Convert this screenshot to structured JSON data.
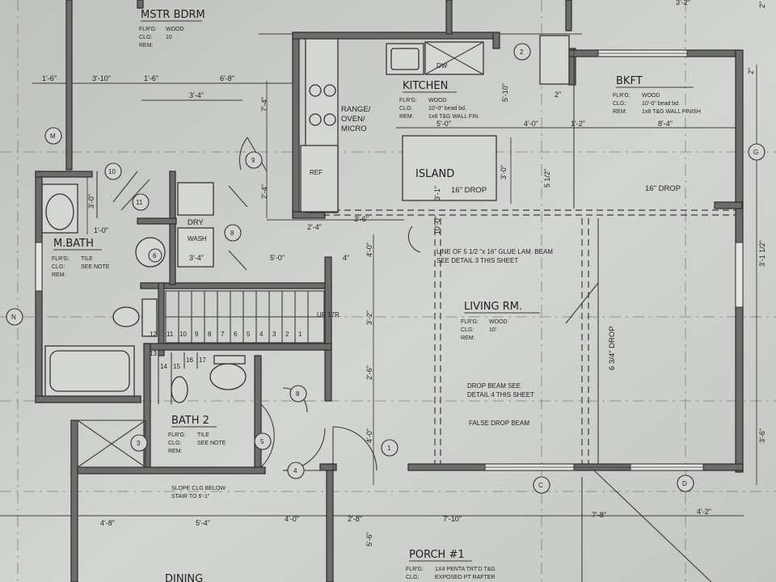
{
  "rooms": {
    "master_bedroom": {
      "name": "MSTR BDRM",
      "flr": "FLR'G:",
      "flr_v": "WOOD",
      "clg": "CLG:",
      "clg_v": "10",
      "rem": "REM:"
    },
    "kitchen": {
      "name": "KITCHEN",
      "flr": "FLR'G:",
      "flr_v": "WOOD",
      "clg": "CLG:",
      "clg_v": "10'-0\" bead bd.",
      "rem": "REM:",
      "rem_v": "1x8 T&G WALL FIN."
    },
    "breakfast": {
      "name": "BKFT",
      "flr": "FLR'G:",
      "flr_v": "WOOD",
      "clg": "CLG:",
      "clg_v": "10'-0\" bead bd.",
      "rem": "REM:",
      "rem_v": "1x8 T&G WALL FINISH"
    },
    "island": {
      "name": "ISLAND"
    },
    "master_bath": {
      "name": "M.BATH",
      "flr": "FLR'G:",
      "flr_v": "TILE",
      "clg": "CLG:",
      "clg_v": "SEE NOTE",
      "rem": "REM:"
    },
    "living": {
      "name": "LIVING RM.",
      "flr": "FLR'G:",
      "flr_v": "WOOD",
      "clg": "CLG:",
      "clg_v": "10'",
      "rem": "REM:"
    },
    "bath2": {
      "name": "BATH 2",
      "flr": "FLR'G:",
      "flr_v": "TILE",
      "clg": "CLG:",
      "clg_v": "SEE NOTE",
      "rem": "REM:"
    },
    "porch": {
      "name": "PORCH #1",
      "flr": "FLR'G:",
      "flr_v": "1X4 PENTA TRT'D T&G",
      "clg": "CLG:",
      "clg_v": "EXPOSED PT RAFTER"
    },
    "dining": {
      "name": "DINING"
    }
  },
  "labels": {
    "range": [
      "RANGE/",
      "OVEN/",
      "MICRO"
    ],
    "ref": "REF",
    "dw": "DW",
    "dry": "DRY",
    "wash": "WASH",
    "up": "UP 17R.",
    "drop_kitchen": "16\" DROP",
    "drop_bkft": "16\" DROP",
    "beam_note": [
      "LINE OF 5 1/2 \"x 16\" GLUE LAM. BEAM",
      "SEE DETAIL 3 THIS SHEET"
    ],
    "drop_beam": [
      "DROP BEAM SEE",
      "DETAIL 4 THIS SHEET"
    ],
    "false_beam": "FALSE DROP BEAM",
    "drop_vertical": "6 3/4\" DROP",
    "slope": [
      "SLOPE CLG BELOW",
      "STAIR TO 6'-1\""
    ]
  },
  "dimensions": {
    "top": [
      "1'-6\"",
      "3'-10\"",
      "1'-6\"",
      "6'-8\"",
      "3'-4\""
    ],
    "kitchen": [
      "5'-0\"",
      "4'-0\"",
      "1'-2\"",
      "8'-4\"",
      "5'-10\"",
      "2\"",
      "2\"",
      "3'-2\""
    ],
    "mid": [
      "2'-4\"",
      "3'-6\"",
      "3'-0\"",
      "5 1/2\"",
      "5'-0\"",
      "4\"",
      "4'-0\"",
      "3'-2\"",
      "2'-6\"",
      "4'-0\"",
      "3'-4\"",
      "1'-0\"",
      "3'-0\"",
      "2'-4\"",
      "7'-4\"",
      "3'-1\"",
      "10'-0\""
    ],
    "bottom": [
      "4'-8\"",
      "5'-4\"",
      "4'-0\"",
      "2'-8\"",
      "7'-10\"",
      "7'-8\"",
      "4'-2\"",
      "5'-6\""
    ],
    "right": [
      "3'-1 1/2\"",
      "3'-6\"",
      "2\""
    ]
  },
  "stair_numbers": [
    "1",
    "2",
    "3",
    "4",
    "5",
    "6",
    "7",
    "8",
    "9",
    "10",
    "11",
    "12",
    "13",
    "14",
    "15",
    "16",
    "17"
  ],
  "door_tags": [
    "1",
    "2",
    "3",
    "4",
    "5",
    "6",
    "8",
    "8",
    "8",
    "9",
    "10",
    "11"
  ],
  "grid_tags": [
    "M",
    "N",
    "G",
    "C",
    "D"
  ]
}
